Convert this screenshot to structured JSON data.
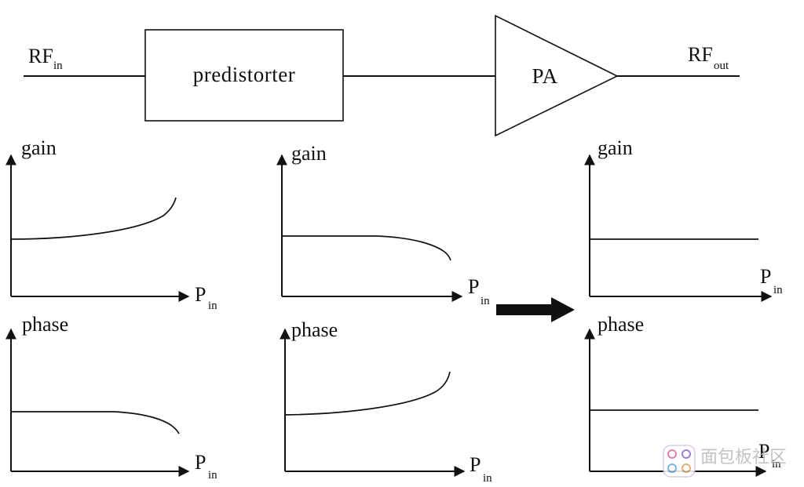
{
  "block_diagram": {
    "input_label": "RF",
    "input_sub": "in",
    "predistorter_label": "predistorter",
    "pa_label": "PA",
    "output_label": "RF",
    "output_sub": "out"
  },
  "plots": {
    "predistorter": {
      "gain": {
        "ylabel": "gain",
        "xlabel": "P",
        "xsub": "in",
        "curve": "rising"
      },
      "phase": {
        "ylabel": "phase",
        "xlabel": "P",
        "xsub": "in",
        "curve": "falling"
      }
    },
    "pa": {
      "gain": {
        "ylabel": "gain",
        "xlabel": "P",
        "xsub": "in",
        "curve": "falling"
      },
      "phase": {
        "ylabel": "phase",
        "xlabel": "P",
        "xsub": "in",
        "curve": "rising"
      }
    },
    "linearized": {
      "gain": {
        "ylabel": "gain",
        "xlabel": "P",
        "xsub": "in",
        "curve": "flat"
      },
      "phase": {
        "ylabel": "phase",
        "xlabel": "P",
        "xsub": "in",
        "curve": "flat"
      }
    }
  },
  "watermark": {
    "text": "面包板社区"
  }
}
